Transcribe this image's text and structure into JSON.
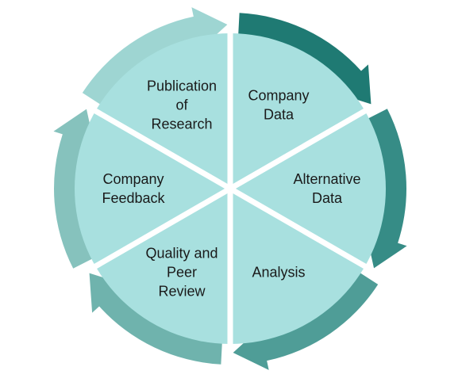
{
  "colors": {
    "background": "#ffffff",
    "wedge_fill": "#a8e0df",
    "separator": "#ffffff",
    "label_text": "#1a1a1a",
    "arrow_shades": [
      "#1f7a73",
      "#368c86",
      "#4f9d97",
      "#6fb3ad",
      "#86c2bd",
      "#9ed5d2"
    ]
  },
  "segments": [
    {
      "key": "company-data",
      "lines": [
        "Company",
        "Data"
      ]
    },
    {
      "key": "alternative-data",
      "lines": [
        "Alternative",
        "Data"
      ]
    },
    {
      "key": "analysis",
      "lines": [
        "Analysis"
      ]
    },
    {
      "key": "quality-peer-review",
      "lines": [
        "Quality and",
        "Peer",
        "Review"
      ]
    },
    {
      "key": "company-feedback",
      "lines": [
        "Company",
        "Feedback"
      ]
    },
    {
      "key": "publication-research",
      "lines": [
        "Publication",
        "of",
        "Research"
      ]
    }
  ]
}
